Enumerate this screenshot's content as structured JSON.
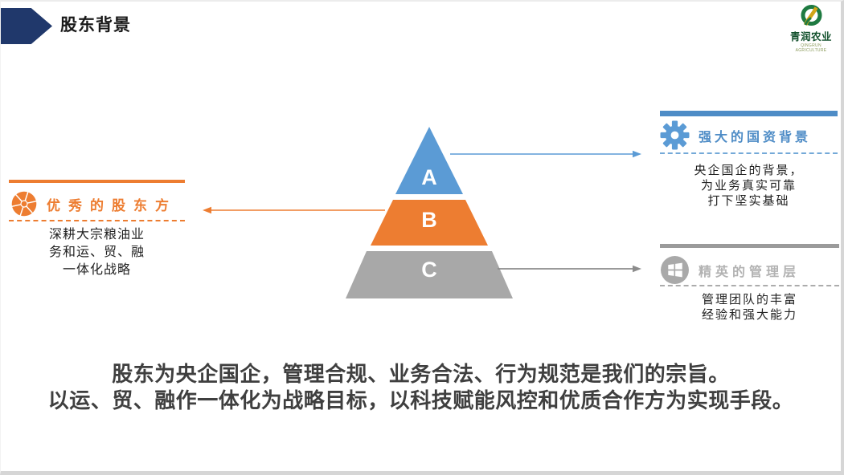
{
  "slide": {
    "title": "股东背景"
  },
  "logo": {
    "name": "青润农业",
    "subtitle": "QINGRUN AGRICULTURE"
  },
  "pyramid": {
    "levels": [
      {
        "label": "A",
        "color": "#5B9BD5"
      },
      {
        "label": "B",
        "color": "#ED7D31"
      },
      {
        "label": "C",
        "color": "#A8A8A8"
      }
    ]
  },
  "panels": {
    "left": {
      "title": "优秀的股东方",
      "accent": "#ED7D31",
      "icon": "aperture-icon",
      "lines": [
        "深耕大宗粮油业",
        "务和运、贸、融",
        "一体化战略"
      ]
    },
    "top_right": {
      "title": "强大的国资背景",
      "accent": "#4E8CC6",
      "icon": "gear-icon",
      "lines": [
        "央企国企的背景，",
        "为业务真实可靠",
        "打下坚实基础"
      ]
    },
    "bottom_right": {
      "title": "精英的管理层",
      "accent": "#ABABAB",
      "icon": "window-icon",
      "lines": [
        "管理团队的丰富",
        "经验和强大能力"
      ]
    }
  },
  "footer": {
    "lines": [
      "股东为央企国企，管理合规、业务合法、行为规范是我们的宗旨。",
      "以运、贸、融作一体化为战略目标，以科技赋能风控和优质合作方为实现手段。"
    ]
  },
  "colors": {
    "banner": "#20386B",
    "blue": "#5B9BD5",
    "orange": "#ED7D31",
    "gray": "#A8A8A8",
    "footer_text": "#3F3F3F"
  }
}
